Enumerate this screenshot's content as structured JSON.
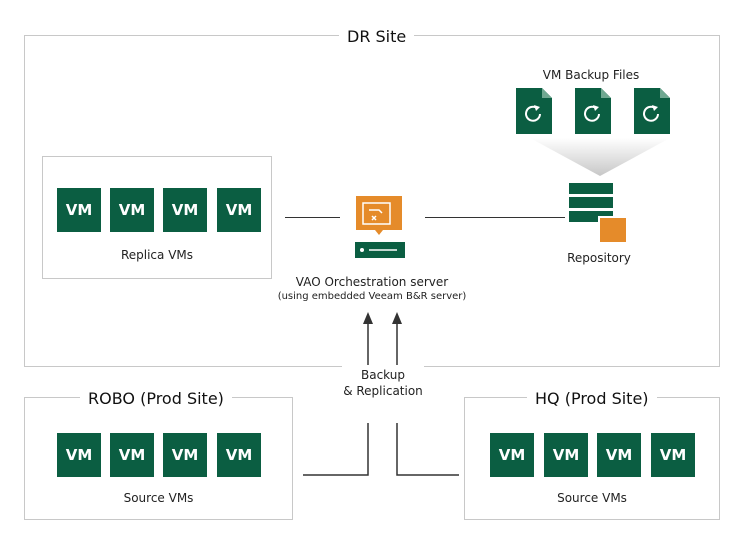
{
  "dr_site": {
    "title": "DR Site",
    "replica": {
      "vms": [
        "VM",
        "VM",
        "VM",
        "VM"
      ],
      "label": "Replica VMs"
    },
    "orchestrator": {
      "label": "VAO Orchestration server",
      "sublabel": "(using embedded Veeam B&R server)",
      "icon": "orchestrator-server-icon"
    },
    "backup_files": {
      "label": "VM Backup  Files",
      "count": 3,
      "icon": "backup-file-icon"
    },
    "repository": {
      "label": "Repository",
      "icon": "repository-icon"
    }
  },
  "connection": {
    "label_line1": "Backup",
    "label_line2": "& Replication"
  },
  "robo_site": {
    "title": "ROBO (Prod Site)",
    "vms": [
      "VM",
      "VM",
      "VM",
      "VM"
    ],
    "label": "Source VMs"
  },
  "hq_site": {
    "title": "HQ (Prod Site)",
    "vms": [
      "VM",
      "VM",
      "VM",
      "VM"
    ],
    "label": "Source VMs"
  },
  "colors": {
    "vm_green": "#0b5e42",
    "accent_orange": "#e58b2a",
    "border_gray": "#c8c8c8"
  }
}
